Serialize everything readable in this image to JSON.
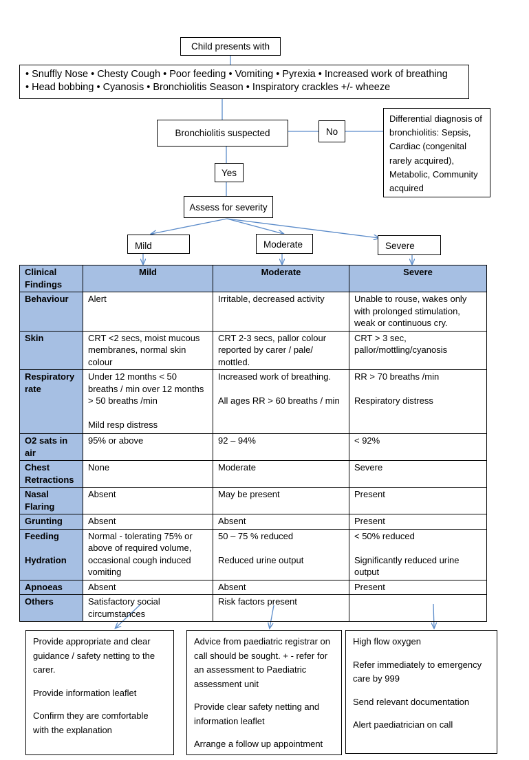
{
  "flow": {
    "start": "Child presents with",
    "symptoms": [
      "Snuffly Nose",
      "Chesty Cough",
      "Poor feeding",
      "Vomiting",
      "Pyrexia",
      "Increased work of breathing",
      "Head bobbing",
      "Cyanosis",
      "Bronchiolitis Season",
      "Inspiratory crackles +/- wheeze"
    ],
    "suspected": "Bronchiolitis suspected",
    "no": "No",
    "differential": "Differential diagnosis of bronchiolitis: Sepsis, Cardiac (congenital rarely acquired), Metabolic, Community acquired",
    "yes": "Yes",
    "assess": "Assess for severity",
    "mild": "Mild",
    "moderate": "Moderate",
    "severe": "Severe"
  },
  "table": {
    "headers": [
      "Clinical Findings",
      "Mild",
      "Moderate",
      "Severe"
    ],
    "rows": [
      {
        "label": "Behaviour",
        "mild": "Alert",
        "moderate": "Irritable, decreased activity",
        "severe": "Unable to rouse, wakes only with prolonged stimulation, weak or continuous cry."
      },
      {
        "label": "Skin",
        "mild": "CRT <2 secs, moist mucous membranes, normal skin colour",
        "moderate": "CRT 2-3 secs, pallor colour reported by carer / pale/ mottled.",
        "severe": "CRT > 3 sec,\npallor/mottling/cyanosis"
      },
      {
        "label": "Respiratory rate",
        "mild": "Under 12 months < 50 breaths / min over 12 months > 50 breaths /min\n\nMild resp distress",
        "moderate": "Increased work of breathing.\n\nAll ages RR > 60 breaths / min",
        "severe": "RR > 70 breaths /min\n\nRespiratory distress"
      },
      {
        "label": "O2 sats in air",
        "mild": "95% or above",
        "moderate": "92 – 94%",
        "severe": "< 92%"
      },
      {
        "label": "Chest Retractions",
        "mild": "None",
        "moderate": "Moderate",
        "severe": "Severe"
      },
      {
        "label": "Nasal Flaring",
        "mild": "Absent",
        "moderate": "May be present",
        "severe": "Present"
      },
      {
        "label": "Grunting",
        "mild": "Absent",
        "moderate": "Absent",
        "severe": "Present"
      },
      {
        "label": "Feeding\n\nHydration",
        "mild": "Normal - tolerating 75% or above of required volume, occasional cough induced vomiting",
        "moderate": "50 – 75 % reduced\n\nReduced urine output",
        "severe": "< 50% reduced\n\nSignificantly reduced urine output"
      },
      {
        "label": "Apnoeas",
        "mild": "Absent",
        "moderate": "Absent",
        "severe": "Present"
      },
      {
        "label": "Others",
        "mild": "Satisfactory social circumstances",
        "moderate": "Risk factors present",
        "severe": ""
      }
    ]
  },
  "management": {
    "mild": [
      "Provide appropriate and clear guidance / safety netting to the carer.",
      "Provide information leaflet",
      "Confirm they are comfortable with the explanation"
    ],
    "moderate": [
      "Advice from paediatric registrar on call should be sought. + - refer for an assessment to Paediatric assessment unit",
      "Provide clear safety netting and information leaflet",
      "Arrange a follow up appointment"
    ],
    "severe": [
      "High flow oxygen",
      "Refer immediately to emergency care by 999",
      "Send relevant documentation",
      "Alert paediatrician on call"
    ]
  },
  "colors": {
    "header_fill": "#a6bfe3",
    "connector": "#5b8bc9"
  }
}
